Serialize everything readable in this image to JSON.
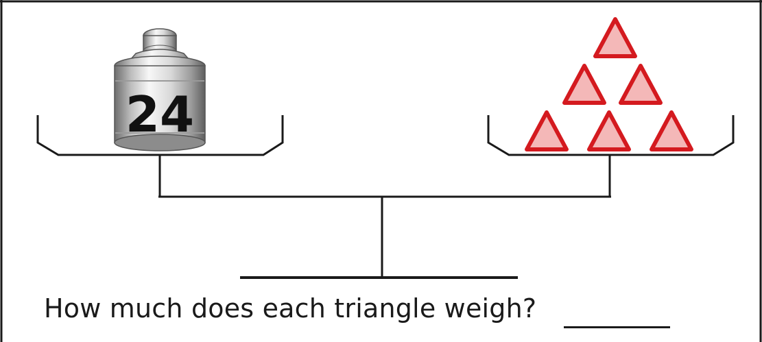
{
  "weight": {
    "label": "24"
  },
  "right_pan": {
    "triangle_count": 6,
    "triangle_color": "#d41a1f",
    "triangle_fill": "#f4b8b8"
  },
  "question": {
    "text": "How much does each triangle weigh?"
  },
  "colors": {
    "line": "#1a1a1a",
    "metal_light": "#f2f2f2",
    "metal_dark": "#6d6d6d"
  }
}
